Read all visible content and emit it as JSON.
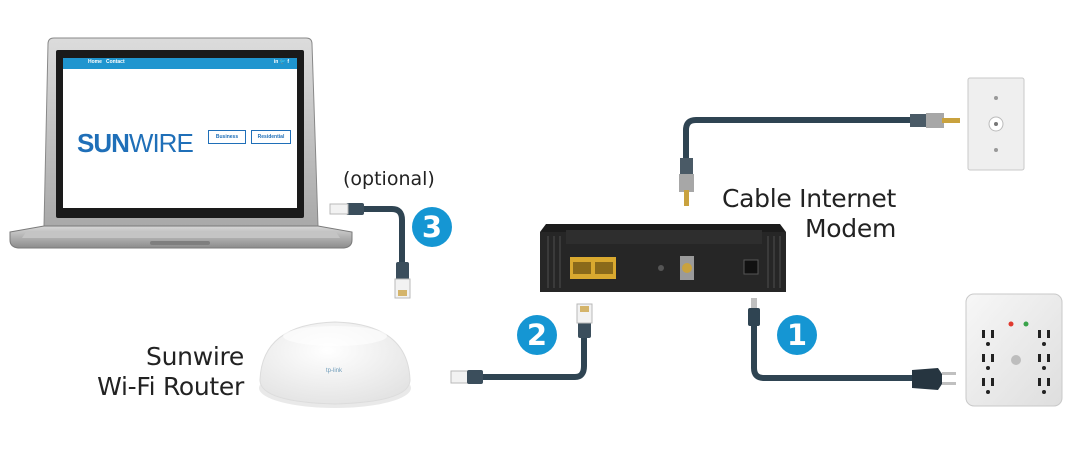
{
  "labels": {
    "optional": "(optional)",
    "modem_line1": "Cable Internet",
    "modem_line2": "Modem",
    "router_line1": "Sunwire",
    "router_line2": "Wi-Fi Router"
  },
  "steps": [
    "1",
    "2",
    "3"
  ],
  "laptop_screen": {
    "nav_items": [
      "Home",
      "Contact"
    ],
    "social": "in 🐦 f",
    "logo_sun": "SUN",
    "logo_wire": "WIRE",
    "buttons": [
      "Business",
      "Residential"
    ]
  },
  "colors": {
    "step_badge": "#1596d3",
    "cable": "#2f4452",
    "brand": "#1f6fb8"
  }
}
